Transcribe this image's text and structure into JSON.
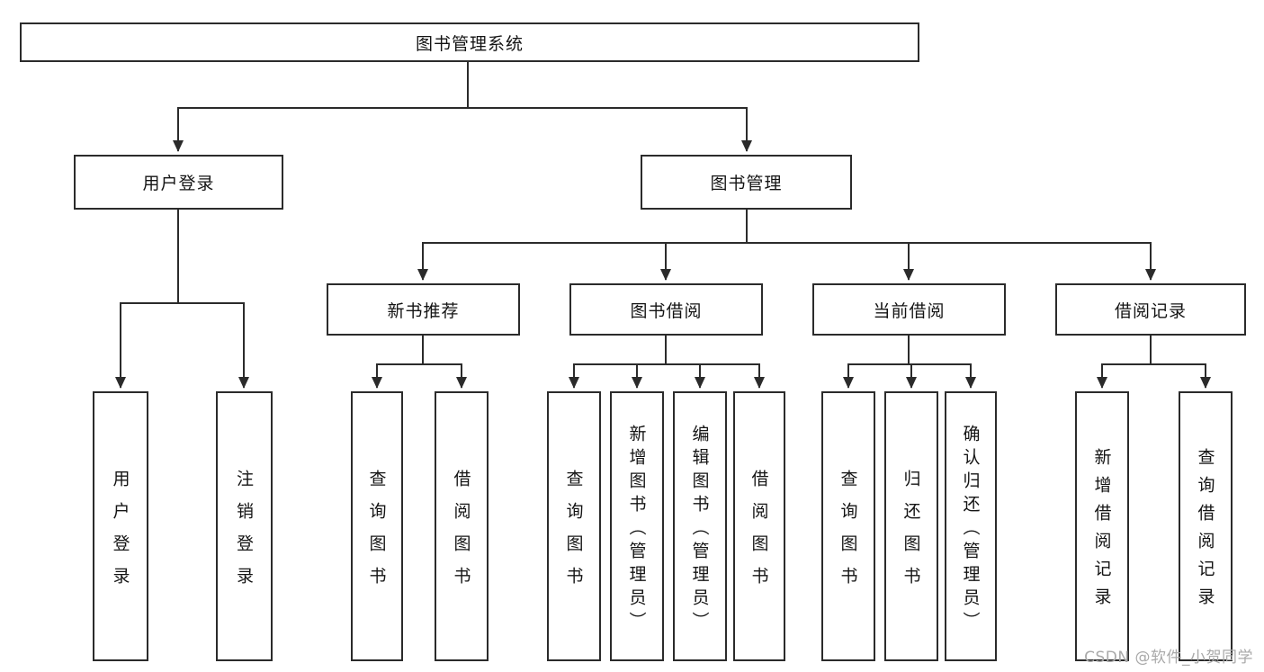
{
  "diagram": {
    "root": "图书管理系统",
    "level2": {
      "user_login": "用户登录",
      "book_management": "图书管理"
    },
    "user_login_children": {
      "login": "用户登录",
      "logout": "注销登录"
    },
    "book_management_children": {
      "new_book_recommend": "新书推荐",
      "book_borrow": "图书借阅",
      "current_borrow": "当前借阅",
      "borrow_record": "借阅记录"
    },
    "new_book_recommend_children": {
      "query_book": "查询图书",
      "borrow_book": "借阅图书"
    },
    "book_borrow_children": {
      "query_book": "查询图书",
      "add_book": "新增图书（管理员）",
      "edit_book": "编辑图书（管理员）",
      "borrow_book": "借阅图书"
    },
    "current_borrow_children": {
      "query_book": "查询图书",
      "return_book": "归还图书",
      "confirm_return": "确认归还（管理员）"
    },
    "borrow_record_children": {
      "add_record": "新增借阅记录",
      "query_record": "查询借阅记录"
    }
  },
  "watermark": "CSDN @软件_小贺同学",
  "colors": {
    "line": "#2b2b2b",
    "border": "#2b2b2b",
    "background": "#ffffff",
    "watermark_text": "#a9a9a9"
  }
}
